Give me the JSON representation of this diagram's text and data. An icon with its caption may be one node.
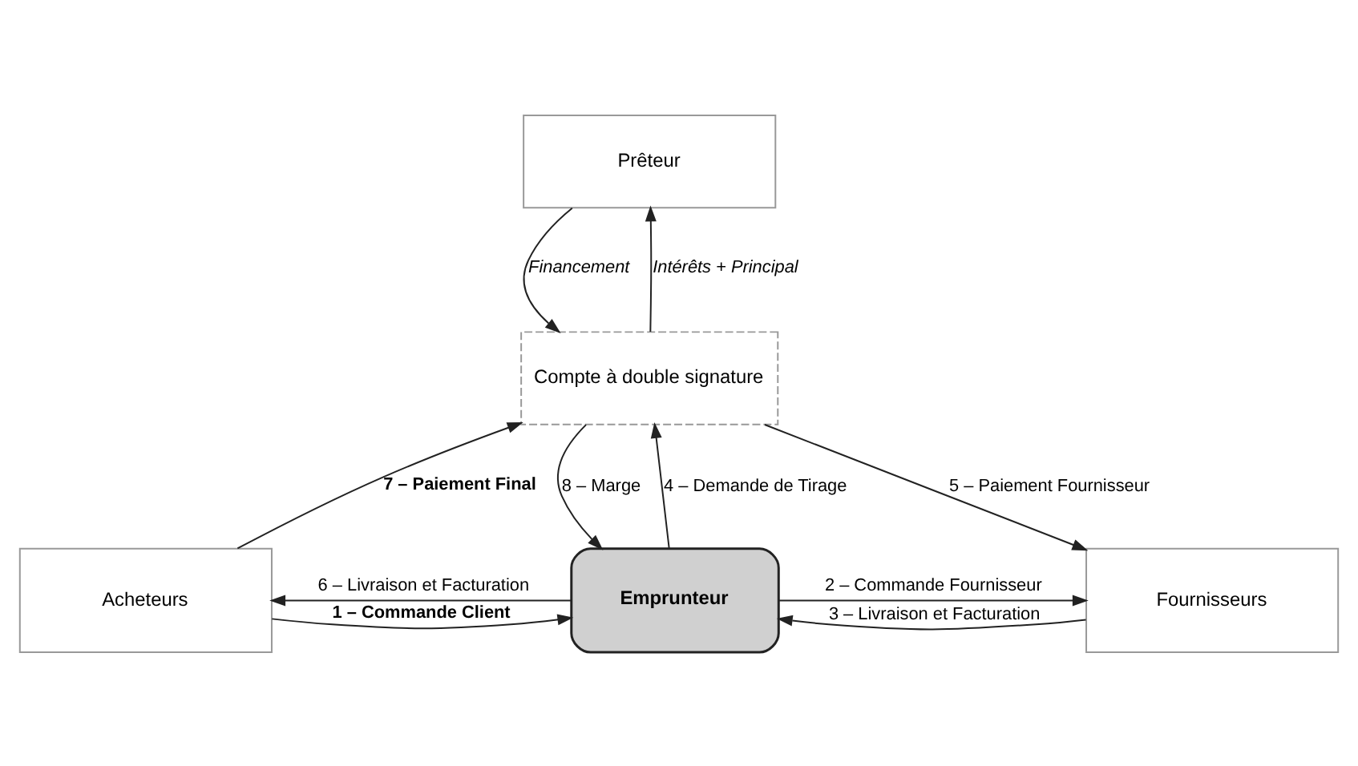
{
  "diagram": {
    "nodes": [
      {
        "text": [
          "Prêteur"
        ]
      },
      {
        "text": [
          "Compte à double signature"
        ]
      },
      {
        "text": [
          "Acheteurs"
        ]
      },
      {
        "text": [
          "Emprunteur"
        ]
      },
      {
        "text": [
          "Fournisseurs"
        ]
      }
    ],
    "edges": [
      {
        "from": 1,
        "to": 0,
        "arrow": "to",
        "label": "Intérêts + Principal"
      },
      {
        "from": 0,
        "to": 1,
        "arrow": "to",
        "label": "Financement"
      },
      {
        "from": 2,
        "to": 1,
        "arrow": "to",
        "label": "7 – Paiement Final"
      },
      {
        "from": 1,
        "to": 4,
        "arrow": "to",
        "label": "5 – Paiement Fournisseur"
      },
      {
        "from": 3,
        "to": 1,
        "arrow": "to",
        "label": "4 – Demande de Tirage"
      },
      {
        "from": 1,
        "to": 3,
        "arrow": "to",
        "label": "8 – Marge"
      },
      {
        "from": 2,
        "to": 3,
        "arrow": "to",
        "label": "1 – Commande Client"
      },
      {
        "from": 3,
        "to": 4,
        "arrow": "to",
        "label": "2 – Commande Fournisseur"
      },
      {
        "from": 3,
        "to": 2,
        "arrow": "to",
        "label": "6 – Livraison et Facturation"
      },
      {
        "from": 4,
        "to": 3,
        "arrow": "to",
        "label": "3 – Livraison et Facturation"
      }
    ]
  }
}
